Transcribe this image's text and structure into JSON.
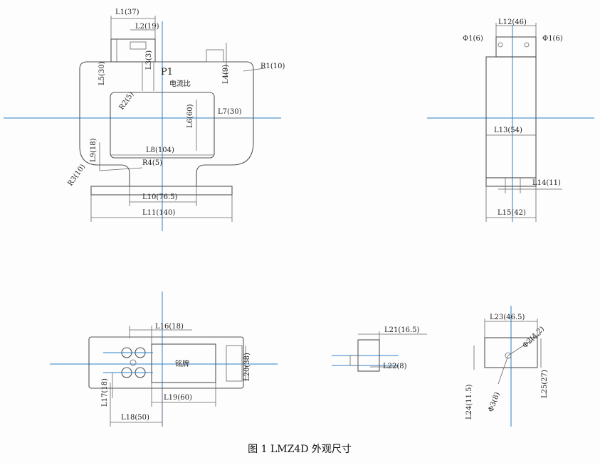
{
  "caption": "图 1   LMZ4D 外观尺寸",
  "front_view": {
    "L1": "L1(37)",
    "L2": "L2(19)",
    "L3": "L3(3)",
    "L5": "L5(30)",
    "P1": "P1",
    "ratio": "电流比",
    "L4": "L4(9)",
    "R1": "R1(10)",
    "R2": "R2(5)",
    "L6": "L6(60)",
    "L7": "L7(30)",
    "L8": "L8(104)",
    "L9": "L9(18)",
    "R3": "R3(10)",
    "R4": "R4(5)",
    "L10": "L10(76.5)",
    "L11": "L11(140)"
  },
  "side_view": {
    "L12": "L12(46)",
    "phi_left": "Φ1(6)",
    "phi_right": "Φ1(6)",
    "L13": "L13(54)",
    "L14": "L14(11)",
    "L15": "L15(42)"
  },
  "bottom_view": {
    "L16": "L16(18)",
    "plate": "铭牌",
    "L20": "L20(38)",
    "L17": "L17(18)",
    "L19": "L19(60)",
    "L18": "L18(50)"
  },
  "small_view": {
    "L21": "L21(16.5)",
    "L22": "L22(8)"
  },
  "detail_view": {
    "L23": "L23(46.5)",
    "phi_top": "Φ2(4.2)",
    "L24": "L24(11.5)",
    "L25": "L25(27)",
    "phi_bottom": "Φ3(8)"
  },
  "colors": {
    "centerline": "#2a7fc9",
    "outline": "#555555"
  }
}
